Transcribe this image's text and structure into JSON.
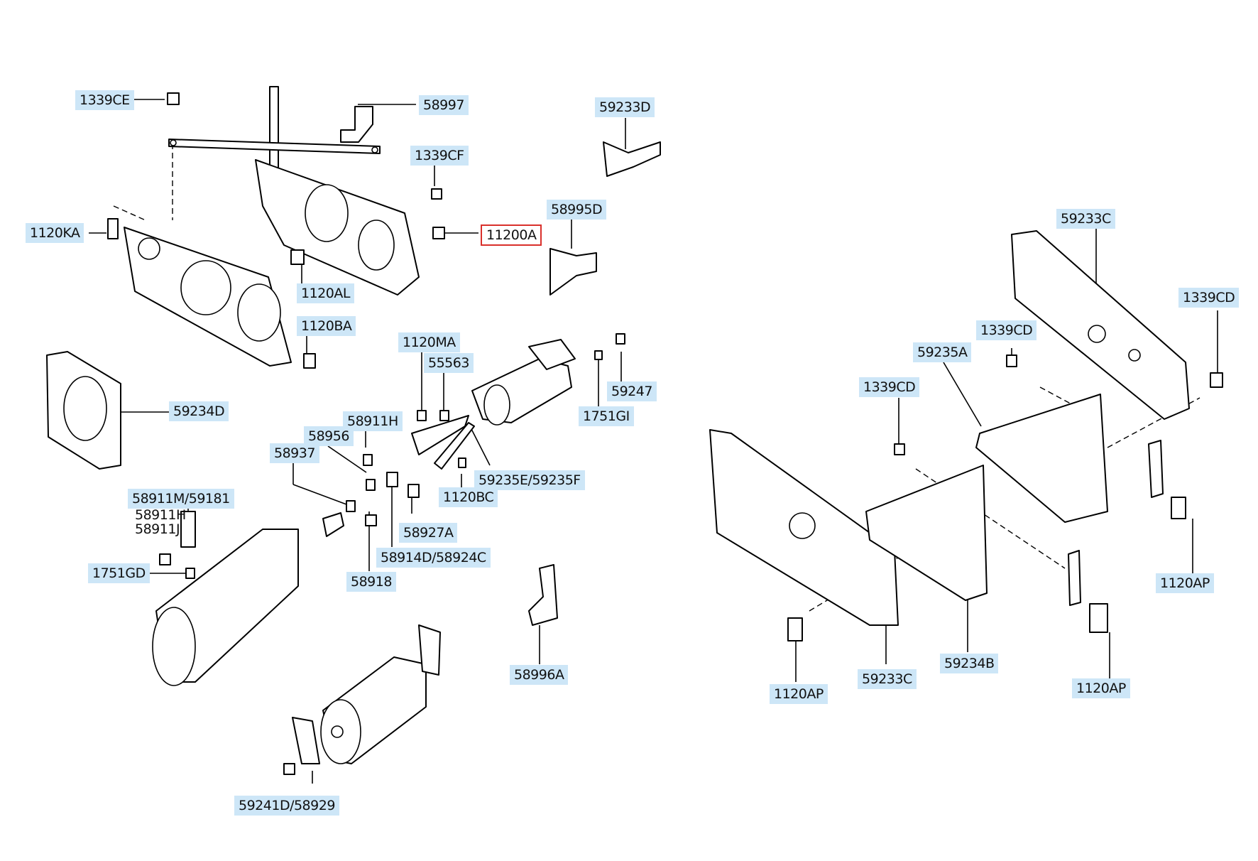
{
  "callouts": {
    "c1339CE": "1339CE",
    "c58997": "58997",
    "c59233D": "59233D",
    "c1339CF": "1339CF",
    "c1120KA": "1120KA",
    "c58995D": "58995D",
    "c11200A": "11200A",
    "c1120AL": "1120AL",
    "c1120BA": "1120BA",
    "c1120MA": "1120MA",
    "c55563": "55563",
    "c59247": "59247",
    "c1751GI": "1751GI",
    "c59234D": "59234D",
    "c58911H_a": "58911H",
    "c58956": "58956",
    "c58937": "58937",
    "c59235EF": "59235E/59235F",
    "c1120BC": "1120BC",
    "c58911M59181": "58911M/59181",
    "c58911H_b": "58911H",
    "c58911J": "58911J",
    "c58927A": "58927A",
    "c1751GD": "1751GD",
    "c58914D58924C": "58914D/58924C",
    "c58918": "58918",
    "c58996A": "58996A",
    "c59241D58929": "59241D/58929",
    "c59233C_top": "59233C",
    "c1339CD_right": "1339CD",
    "c1339CD_mid": "1339CD",
    "c59235A": "59235A",
    "c1339CD_left": "1339CD",
    "c1120AP_right": "1120AP",
    "c1120AP_left": "1120AP",
    "c59233C_bottom": "59233C",
    "c59234B": "59234B",
    "c1120AP_bottom": "1120AP"
  },
  "highlight_color": "#d9302b",
  "label_bg_color": "#cde6f7"
}
